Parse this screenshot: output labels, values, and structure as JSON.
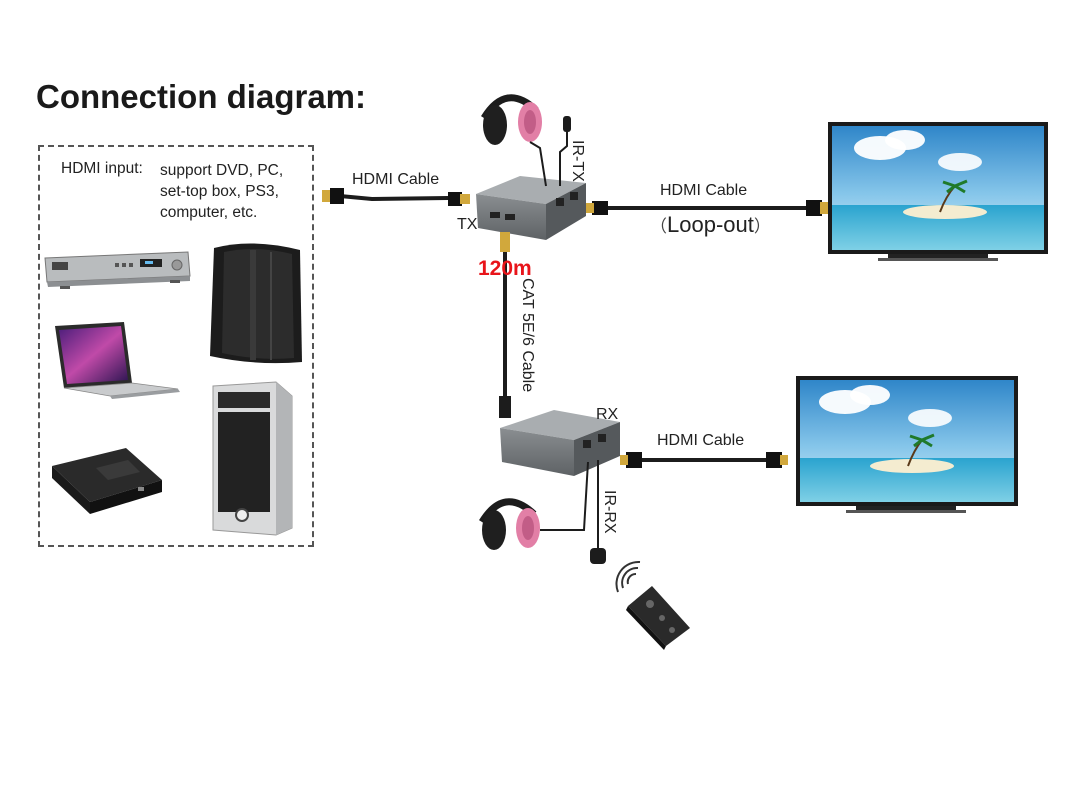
{
  "title": "Connection diagram:",
  "source": {
    "hdmi_input_label": "HDMI input:",
    "support_lines": [
      "support DVD, PC,",
      "set-top box, PS3,",
      "computer, etc."
    ]
  },
  "labels": {
    "hdmi_cable_in": "HDMI Cable",
    "hdmi_cable_loop": "HDMI Cable",
    "loop_out": "Loop-out",
    "hdmi_cable_out": "HDMI Cable",
    "tx": "TX",
    "rx": "RX",
    "ir_tx": "IR-TX",
    "ir_rx": "IR-RX",
    "distance": "120m",
    "cat_cable": "CAT 5E/6 Cable"
  },
  "colors": {
    "accent_red": "#e8141a",
    "device_gray": "#6f7376",
    "headphone_pink": "#e27fa6",
    "cable_black": "#1c1c1c",
    "connector_gold": "#d1a83c"
  },
  "icons": [
    "dvd-player-icon",
    "ps3-console-icon",
    "laptop-icon",
    "pc-tower-icon",
    "set-top-box-icon",
    "headphones-icon",
    "ir-transmitter-icon",
    "ir-receiver-icon",
    "remote-control-icon",
    "tv-display-icon",
    "tx-extender-icon",
    "rx-extender-icon"
  ]
}
